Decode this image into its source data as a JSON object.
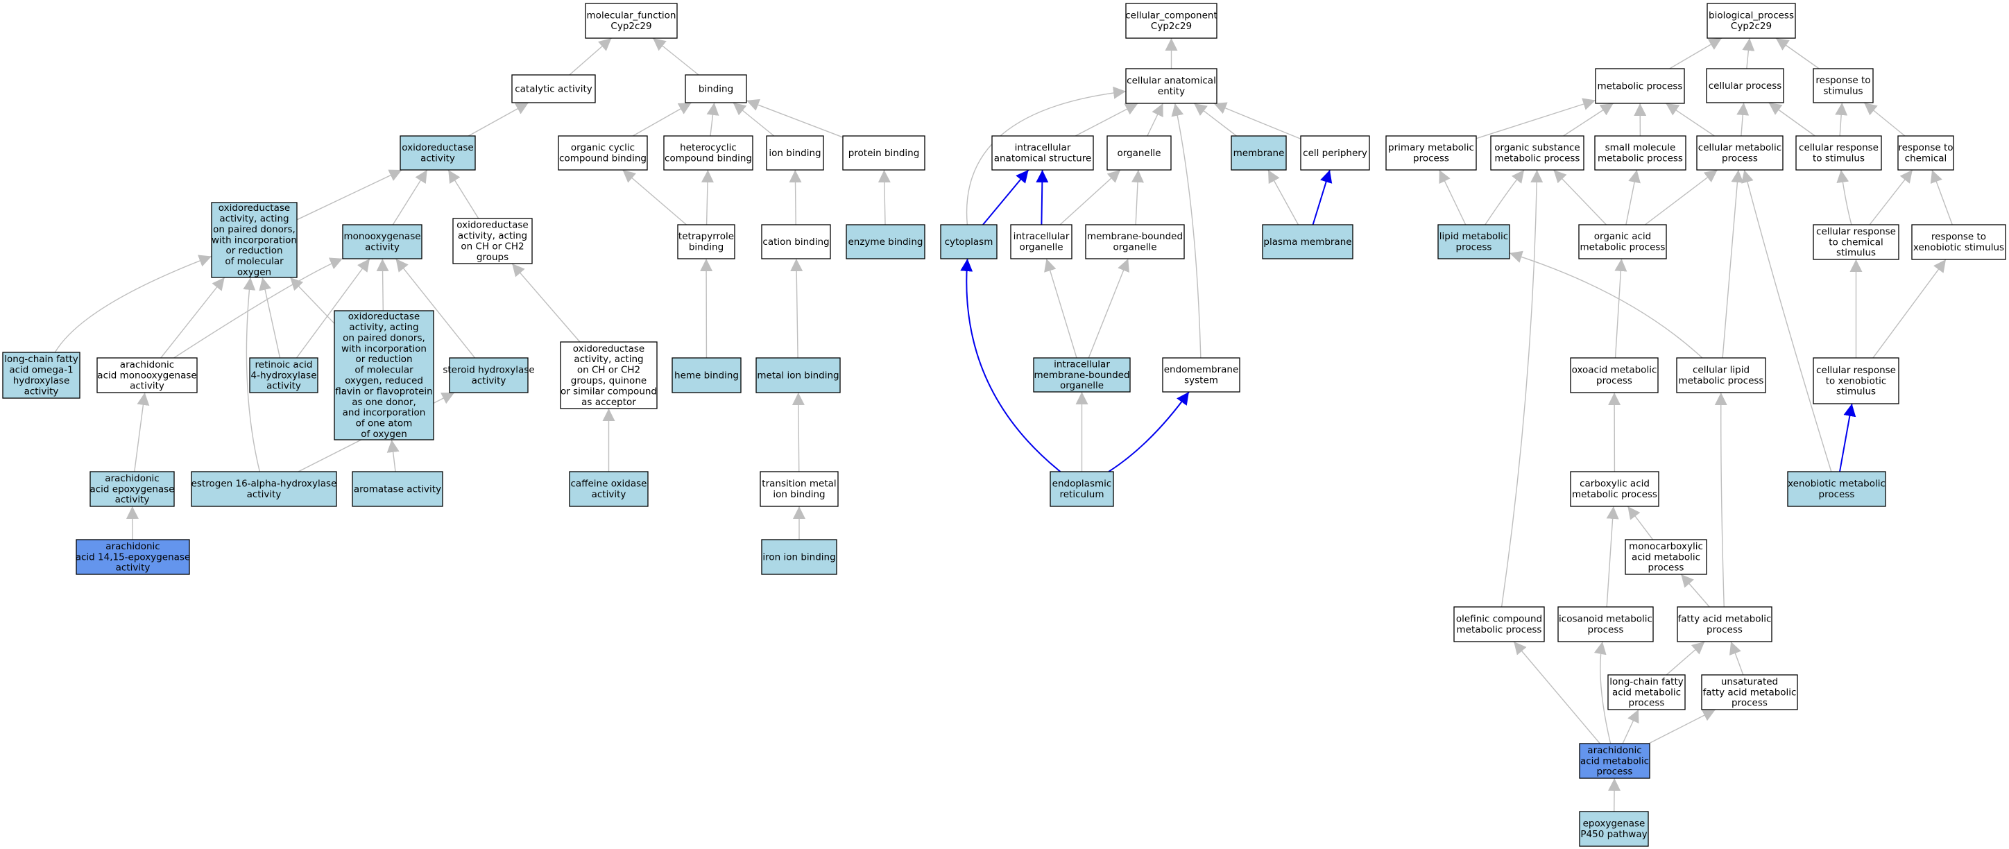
{
  "colors": {
    "white": "#ffffff",
    "light": "#add8e6",
    "dark": "#6495ed",
    "edge_gray": "#bebebe",
    "edge_blue": "#0000ee",
    "border": "#000000"
  },
  "nodes": [
    {
      "id": "mf",
      "label": [
        "molecular_function",
        "Cyp2c29"
      ],
      "fill": "white"
    },
    {
      "id": "cat",
      "label": [
        "catalytic activity"
      ],
      "fill": "white"
    },
    {
      "id": "bind",
      "label": [
        "binding"
      ],
      "fill": "white"
    },
    {
      "id": "oxred",
      "label": [
        "oxidoreductase",
        "activity"
      ],
      "fill": "light"
    },
    {
      "id": "ocb",
      "label": [
        "organic cyclic",
        "compound binding"
      ],
      "fill": "white"
    },
    {
      "id": "hcb",
      "label": [
        "heterocyclic",
        "compound binding"
      ],
      "fill": "white"
    },
    {
      "id": "ionb",
      "label": [
        "ion binding"
      ],
      "fill": "white"
    },
    {
      "id": "protb",
      "label": [
        "protein binding"
      ],
      "fill": "white"
    },
    {
      "id": "oxpd",
      "label": [
        "oxidoreductase",
        "activity, acting",
        "on paired donors,",
        "with incorporation",
        "or reduction",
        "of molecular",
        "oxygen"
      ],
      "fill": "light"
    },
    {
      "id": "mono",
      "label": [
        "monooxygenase",
        "activity"
      ],
      "fill": "light"
    },
    {
      "id": "oxch",
      "label": [
        "oxidoreductase",
        "activity, acting",
        "on CH or CH2",
        "groups"
      ],
      "fill": "white"
    },
    {
      "id": "tetra",
      "label": [
        "tetrapyrrole",
        "binding"
      ],
      "fill": "white"
    },
    {
      "id": "catb",
      "label": [
        "cation binding"
      ],
      "fill": "white"
    },
    {
      "id": "enzb",
      "label": [
        "enzyme binding"
      ],
      "fill": "light"
    },
    {
      "id": "lcfa",
      "label": [
        "long-chain fatty",
        "acid omega-1",
        "hydroxylase",
        "activity"
      ],
      "fill": "light"
    },
    {
      "id": "aamono",
      "label": [
        "arachidonic",
        "acid monooxygenase",
        "activity"
      ],
      "fill": "white"
    },
    {
      "id": "ret",
      "label": [
        "retinoic acid",
        "4-hydroxylase",
        "activity"
      ],
      "fill": "light"
    },
    {
      "id": "oxpd2",
      "label": [
        "oxidoreductase",
        "activity, acting",
        "on paired donors,",
        "with incorporation",
        "or reduction",
        "of molecular",
        "oxygen, reduced",
        "flavin or flavoprotein",
        "as one donor,",
        "and incorporation",
        "of one atom",
        "of oxygen"
      ],
      "fill": "light"
    },
    {
      "id": "ster",
      "label": [
        "steroid hydroxylase",
        "activity"
      ],
      "fill": "light"
    },
    {
      "id": "oxchq",
      "label": [
        "oxidoreductase",
        "activity, acting",
        "on CH or CH2",
        "groups, quinone",
        "or similar compound",
        "as acceptor"
      ],
      "fill": "white"
    },
    {
      "id": "heme",
      "label": [
        "heme binding"
      ],
      "fill": "light"
    },
    {
      "id": "metal",
      "label": [
        "metal ion binding"
      ],
      "fill": "light"
    },
    {
      "id": "aaepox",
      "label": [
        "arachidonic",
        "acid epoxygenase",
        "activity"
      ],
      "fill": "light"
    },
    {
      "id": "est",
      "label": [
        "estrogen 16-alpha-hydroxylase",
        "activity"
      ],
      "fill": "light"
    },
    {
      "id": "arom",
      "label": [
        "aromatase activity"
      ],
      "fill": "light"
    },
    {
      "id": "caff",
      "label": [
        "caffeine oxidase",
        "activity"
      ],
      "fill": "light"
    },
    {
      "id": "trans",
      "label": [
        "transition metal",
        "ion binding"
      ],
      "fill": "white"
    },
    {
      "id": "aa1415",
      "label": [
        "arachidonic",
        "acid 14,15-epoxygenase",
        "activity"
      ],
      "fill": "dark"
    },
    {
      "id": "iron",
      "label": [
        "iron ion binding"
      ],
      "fill": "light"
    },
    {
      "id": "cc",
      "label": [
        "cellular_component",
        "Cyp2c29"
      ],
      "fill": "white"
    },
    {
      "id": "cae",
      "label": [
        "cellular anatomical",
        "entity"
      ],
      "fill": "white"
    },
    {
      "id": "ias",
      "label": [
        "intracellular",
        "anatomical structure"
      ],
      "fill": "white"
    },
    {
      "id": "org",
      "label": [
        "organelle"
      ],
      "fill": "white"
    },
    {
      "id": "memb",
      "label": [
        "membrane"
      ],
      "fill": "light"
    },
    {
      "id": "cper",
      "label": [
        "cell periphery"
      ],
      "fill": "white"
    },
    {
      "id": "cyto",
      "label": [
        "cytoplasm"
      ],
      "fill": "light"
    },
    {
      "id": "io",
      "label": [
        "intracellular",
        "organelle"
      ],
      "fill": "white"
    },
    {
      "id": "mbo",
      "label": [
        "membrane-bounded",
        "organelle"
      ],
      "fill": "white"
    },
    {
      "id": "pm",
      "label": [
        "plasma membrane"
      ],
      "fill": "light"
    },
    {
      "id": "imbo",
      "label": [
        "intracellular",
        "membrane-bounded",
        "organelle"
      ],
      "fill": "light"
    },
    {
      "id": "endosys",
      "label": [
        "endomembrane",
        "system"
      ],
      "fill": "white"
    },
    {
      "id": "er",
      "label": [
        "endoplasmic",
        "reticulum"
      ],
      "fill": "light"
    },
    {
      "id": "bp",
      "label": [
        "biological_process",
        "Cyp2c29"
      ],
      "fill": "white"
    },
    {
      "id": "mp",
      "label": [
        "metabolic process"
      ],
      "fill": "white"
    },
    {
      "id": "cp",
      "label": [
        "cellular process"
      ],
      "fill": "white"
    },
    {
      "id": "rts",
      "label": [
        "response to",
        "stimulus"
      ],
      "fill": "white"
    },
    {
      "id": "pmp",
      "label": [
        "primary metabolic",
        "process"
      ],
      "fill": "white"
    },
    {
      "id": "osmp",
      "label": [
        "organic substance",
        "metabolic process"
      ],
      "fill": "white"
    },
    {
      "id": "smmp",
      "label": [
        "small molecule",
        "metabolic process"
      ],
      "fill": "white"
    },
    {
      "id": "cmp",
      "label": [
        "cellular metabolic",
        "process"
      ],
      "fill": "white"
    },
    {
      "id": "crts",
      "label": [
        "cellular response",
        "to stimulus"
      ],
      "fill": "white"
    },
    {
      "id": "rtc",
      "label": [
        "response to",
        "chemical"
      ],
      "fill": "white"
    },
    {
      "id": "lmp",
      "label": [
        "lipid metabolic",
        "process"
      ],
      "fill": "light"
    },
    {
      "id": "oamp",
      "label": [
        "organic acid",
        "metabolic process"
      ],
      "fill": "white"
    },
    {
      "id": "crcs",
      "label": [
        "cellular response",
        "to chemical",
        "stimulus"
      ],
      "fill": "white"
    },
    {
      "id": "rtxs",
      "label": [
        "response to",
        "xenobiotic stimulus"
      ],
      "fill": "white"
    },
    {
      "id": "oxoamp",
      "label": [
        "oxoacid metabolic",
        "process"
      ],
      "fill": "white"
    },
    {
      "id": "clmp",
      "label": [
        "cellular lipid",
        "metabolic process"
      ],
      "fill": "white"
    },
    {
      "id": "crtxs",
      "label": [
        "cellular response",
        "to xenobiotic",
        "stimulus"
      ],
      "fill": "white"
    },
    {
      "id": "camp",
      "label": [
        "carboxylic acid",
        "metabolic process"
      ],
      "fill": "white"
    },
    {
      "id": "xmp",
      "label": [
        "xenobiotic metabolic",
        "process"
      ],
      "fill": "light"
    },
    {
      "id": "mcamp",
      "label": [
        "monocarboxylic",
        "acid metabolic",
        "process"
      ],
      "fill": "white"
    },
    {
      "id": "olef",
      "label": [
        "olefinic compound",
        "metabolic process"
      ],
      "fill": "white"
    },
    {
      "id": "icos",
      "label": [
        "icosanoid metabolic",
        "process"
      ],
      "fill": "white"
    },
    {
      "id": "famp",
      "label": [
        "fatty acid metabolic",
        "process"
      ],
      "fill": "white"
    },
    {
      "id": "lcfamp",
      "label": [
        "long-chain fatty",
        "acid metabolic",
        "process"
      ],
      "fill": "white"
    },
    {
      "id": "ufamp",
      "label": [
        "unsaturated",
        "fatty acid metabolic",
        "process"
      ],
      "fill": "white"
    },
    {
      "id": "aamp",
      "label": [
        "arachidonic",
        "acid metabolic",
        "process"
      ],
      "fill": "dark"
    },
    {
      "id": "epox",
      "label": [
        "epoxygenase",
        "P450 pathway"
      ],
      "fill": "light"
    }
  ],
  "edges": [
    [
      "cat",
      "mf",
      "gray"
    ],
    [
      "bind",
      "mf",
      "gray"
    ],
    [
      "oxred",
      "cat",
      "gray"
    ],
    [
      "ocb",
      "bind",
      "gray"
    ],
    [
      "hcb",
      "bind",
      "gray"
    ],
    [
      "ionb",
      "bind",
      "gray"
    ],
    [
      "protb",
      "bind",
      "gray"
    ],
    [
      "oxpd",
      "oxred",
      "gray"
    ],
    [
      "mono",
      "oxred",
      "gray"
    ],
    [
      "oxch",
      "oxred",
      "gray"
    ],
    [
      "tetra",
      "ocb",
      "gray"
    ],
    [
      "tetra",
      "hcb",
      "gray"
    ],
    [
      "catb",
      "ionb",
      "gray"
    ],
    [
      "enzb",
      "protb",
      "gray"
    ],
    [
      "lcfa",
      "oxpd",
      "gray"
    ],
    [
      "aamono",
      "oxpd",
      "gray"
    ],
    [
      "aamono",
      "mono",
      "gray"
    ],
    [
      "ret",
      "oxpd",
      "gray"
    ],
    [
      "ret",
      "mono",
      "gray"
    ],
    [
      "oxpd2",
      "oxpd",
      "gray"
    ],
    [
      "oxpd2",
      "mono",
      "gray"
    ],
    [
      "ster",
      "mono",
      "gray"
    ],
    [
      "oxchq",
      "oxch",
      "gray"
    ],
    [
      "heme",
      "tetra",
      "gray"
    ],
    [
      "metal",
      "catb",
      "gray"
    ],
    [
      "aaepox",
      "aamono",
      "gray"
    ],
    [
      "est",
      "oxpd",
      "gray"
    ],
    [
      "est",
      "ster",
      "gray"
    ],
    [
      "arom",
      "oxpd2",
      "gray"
    ],
    [
      "caff",
      "oxchq",
      "gray"
    ],
    [
      "trans",
      "metal",
      "gray"
    ],
    [
      "aa1415",
      "aaepox",
      "gray"
    ],
    [
      "iron",
      "trans",
      "gray"
    ],
    [
      "cae",
      "cc",
      "gray"
    ],
    [
      "ias",
      "cae",
      "gray"
    ],
    [
      "org",
      "cae",
      "gray"
    ],
    [
      "memb",
      "cae",
      "gray"
    ],
    [
      "cper",
      "cae",
      "gray"
    ],
    [
      "cyto",
      "cae",
      "gray"
    ],
    [
      "cyto",
      "ias",
      "blue"
    ],
    [
      "io",
      "ias",
      "blue"
    ],
    [
      "io",
      "org",
      "gray"
    ],
    [
      "mbo",
      "org",
      "gray"
    ],
    [
      "pm",
      "memb",
      "gray"
    ],
    [
      "pm",
      "cper",
      "blue"
    ],
    [
      "imbo",
      "io",
      "gray"
    ],
    [
      "imbo",
      "mbo",
      "gray"
    ],
    [
      "endosys",
      "cae",
      "gray"
    ],
    [
      "er",
      "cyto",
      "blue"
    ],
    [
      "er",
      "imbo",
      "gray"
    ],
    [
      "er",
      "endosys",
      "blue"
    ],
    [
      "mp",
      "bp",
      "gray"
    ],
    [
      "cp",
      "bp",
      "gray"
    ],
    [
      "rts",
      "bp",
      "gray"
    ],
    [
      "pmp",
      "mp",
      "gray"
    ],
    [
      "osmp",
      "mp",
      "gray"
    ],
    [
      "smmp",
      "mp",
      "gray"
    ],
    [
      "cmp",
      "mp",
      "gray"
    ],
    [
      "cmp",
      "cp",
      "gray"
    ],
    [
      "crts",
      "cp",
      "gray"
    ],
    [
      "crts",
      "rts",
      "gray"
    ],
    [
      "rtc",
      "rts",
      "gray"
    ],
    [
      "lmp",
      "pmp",
      "gray"
    ],
    [
      "lmp",
      "osmp",
      "gray"
    ],
    [
      "oamp",
      "osmp",
      "gray"
    ],
    [
      "oamp",
      "smmp",
      "gray"
    ],
    [
      "oamp",
      "cmp",
      "gray"
    ],
    [
      "crcs",
      "crts",
      "gray"
    ],
    [
      "crcs",
      "rtc",
      "gray"
    ],
    [
      "rtxs",
      "rtc",
      "gray"
    ],
    [
      "oxoamp",
      "oamp",
      "gray"
    ],
    [
      "clmp",
      "lmp",
      "gray"
    ],
    [
      "clmp",
      "cmp",
      "gray"
    ],
    [
      "crtxs",
      "crcs",
      "gray"
    ],
    [
      "crtxs",
      "rtxs",
      "gray"
    ],
    [
      "camp",
      "oxoamp",
      "gray"
    ],
    [
      "xmp",
      "cmp",
      "gray"
    ],
    [
      "xmp",
      "crtxs",
      "blue"
    ],
    [
      "mcamp",
      "camp",
      "gray"
    ],
    [
      "olef",
      "osmp",
      "gray"
    ],
    [
      "icos",
      "camp",
      "gray"
    ],
    [
      "famp",
      "mcamp",
      "gray"
    ],
    [
      "famp",
      "clmp",
      "gray"
    ],
    [
      "lcfamp",
      "famp",
      "gray"
    ],
    [
      "ufamp",
      "famp",
      "gray"
    ],
    [
      "aamp",
      "olef",
      "gray"
    ],
    [
      "aamp",
      "icos",
      "gray"
    ],
    [
      "aamp",
      "lcfamp",
      "gray"
    ],
    [
      "aamp",
      "ufamp",
      "gray"
    ],
    [
      "epox",
      "aamp",
      "gray"
    ]
  ]
}
